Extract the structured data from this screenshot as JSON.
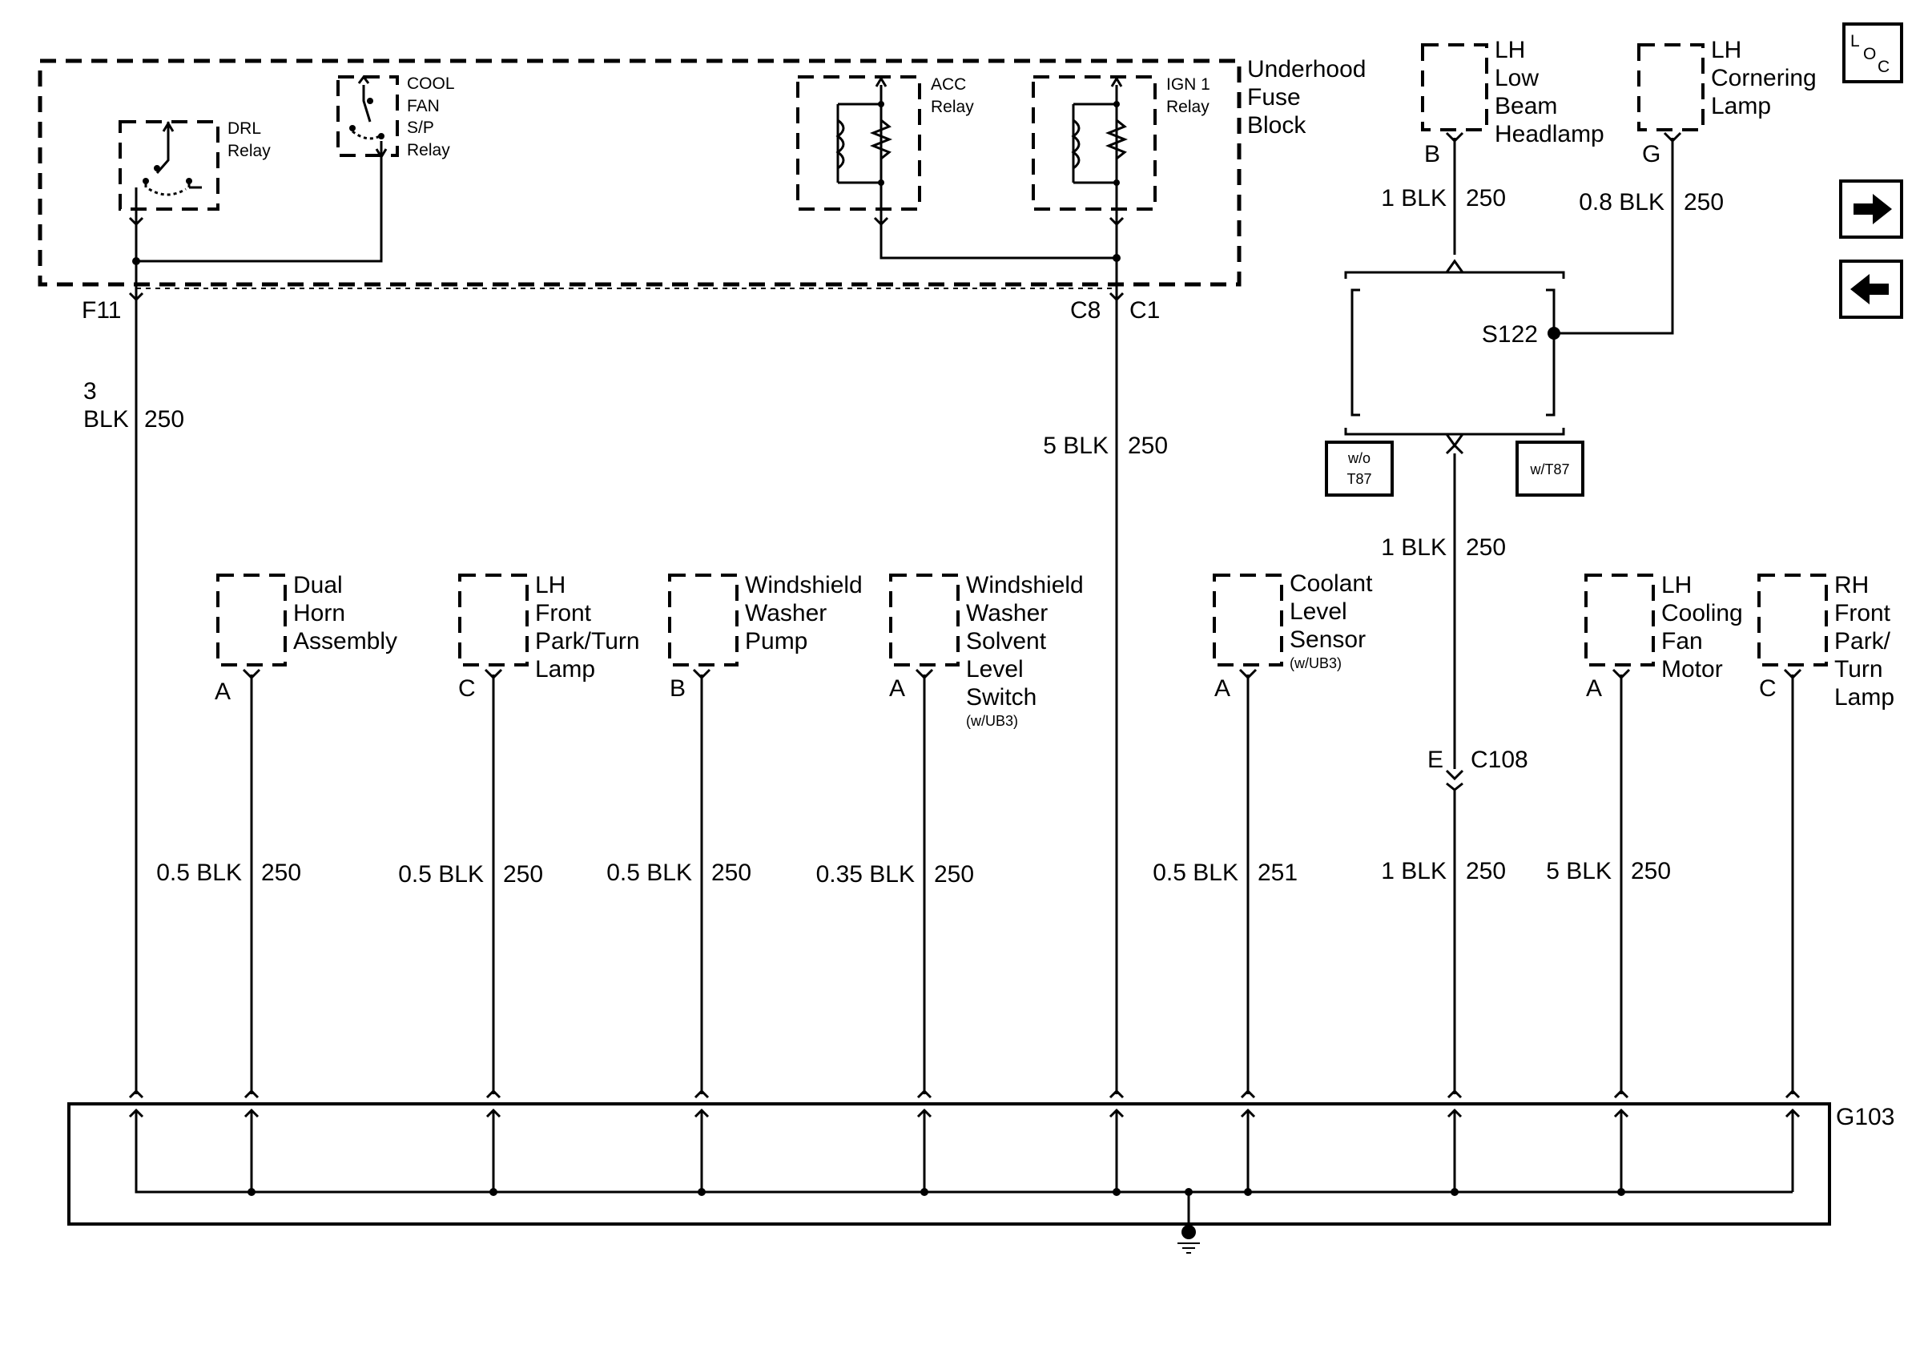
{
  "fuse_block": {
    "name": [
      "Underhood",
      "Fuse",
      "Block"
    ],
    "relays": {
      "drl": [
        "DRL",
        "Relay"
      ],
      "cool_fan": [
        "COOL",
        "FAN",
        "S/P",
        "Relay"
      ],
      "acc": [
        "ACC",
        "Relay"
      ],
      "ign1": [
        "IGN 1",
        "Relay"
      ]
    },
    "pins": {
      "f11": "F11",
      "c8": "C8",
      "c1": "C1"
    }
  },
  "wires": {
    "f11_size": "3",
    "f11_color": "BLK",
    "f11_circuit": "250",
    "c1": {
      "spec": "5 BLK",
      "circuit": "250"
    },
    "low_beam": {
      "spec": "1 BLK",
      "circuit": "250"
    },
    "cornering": {
      "spec": "0.8 BLK",
      "circuit": "250"
    },
    "splice_out": {
      "spec": "1 BLK",
      "circuit": "250"
    },
    "horn": {
      "spec": "0.5 BLK",
      "circuit": "250"
    },
    "lh_park": {
      "spec": "0.5 BLK",
      "circuit": "250"
    },
    "washer_pump": {
      "spec": "0.5 BLK",
      "circuit": "250"
    },
    "washer_switch": {
      "spec": "0.35 BLK",
      "circuit": "250"
    },
    "coolant": {
      "spec": "0.5 BLK",
      "circuit": "251"
    },
    "c108": {
      "spec": "1 BLK",
      "circuit": "250"
    },
    "fan_motor": {
      "spec": "5 BLK",
      "circuit": "250"
    }
  },
  "components": {
    "low_beam": {
      "name": [
        "LH",
        "Low",
        "Beam",
        "Headlamp"
      ],
      "pin": "B"
    },
    "cornering": {
      "name": [
        "LH",
        "Cornering",
        "Lamp"
      ],
      "pin": "G"
    },
    "horn": {
      "name": [
        "Dual",
        "Horn",
        "Assembly"
      ],
      "pin": "A"
    },
    "lh_park": {
      "name": [
        "LH",
        "Front",
        "Park/Turn",
        "Lamp"
      ],
      "pin": "C"
    },
    "washer_pump": {
      "name": [
        "Windshield",
        "Washer",
        "Pump"
      ],
      "pin": "B"
    },
    "washer_switch": {
      "name": [
        "Windshield",
        "Washer",
        "Solvent",
        "Level",
        "Switch"
      ],
      "note": "(w/UB3)",
      "pin": "A"
    },
    "coolant": {
      "name": [
        "Coolant",
        "Level",
        "Sensor"
      ],
      "note": "(w/UB3)",
      "pin": "A"
    },
    "fan_motor": {
      "name": [
        "LH",
        "Cooling",
        "Fan",
        "Motor"
      ],
      "pin": "A"
    },
    "rh_park": {
      "name": [
        "RH",
        "Front",
        "Park/",
        "Turn",
        "Lamp"
      ],
      "pin": "C"
    }
  },
  "options": {
    "without": [
      "w/o",
      "T87"
    ],
    "with": "w/T87"
  },
  "splice": "S122",
  "connector": {
    "name": "C108",
    "pin": "E"
  },
  "ground": "G103",
  "loc_icon": {
    "l": "L",
    "o": "O",
    "c": "C"
  },
  "icons": {
    "next": "arrow-right-icon",
    "prev": "arrow-left-icon"
  }
}
